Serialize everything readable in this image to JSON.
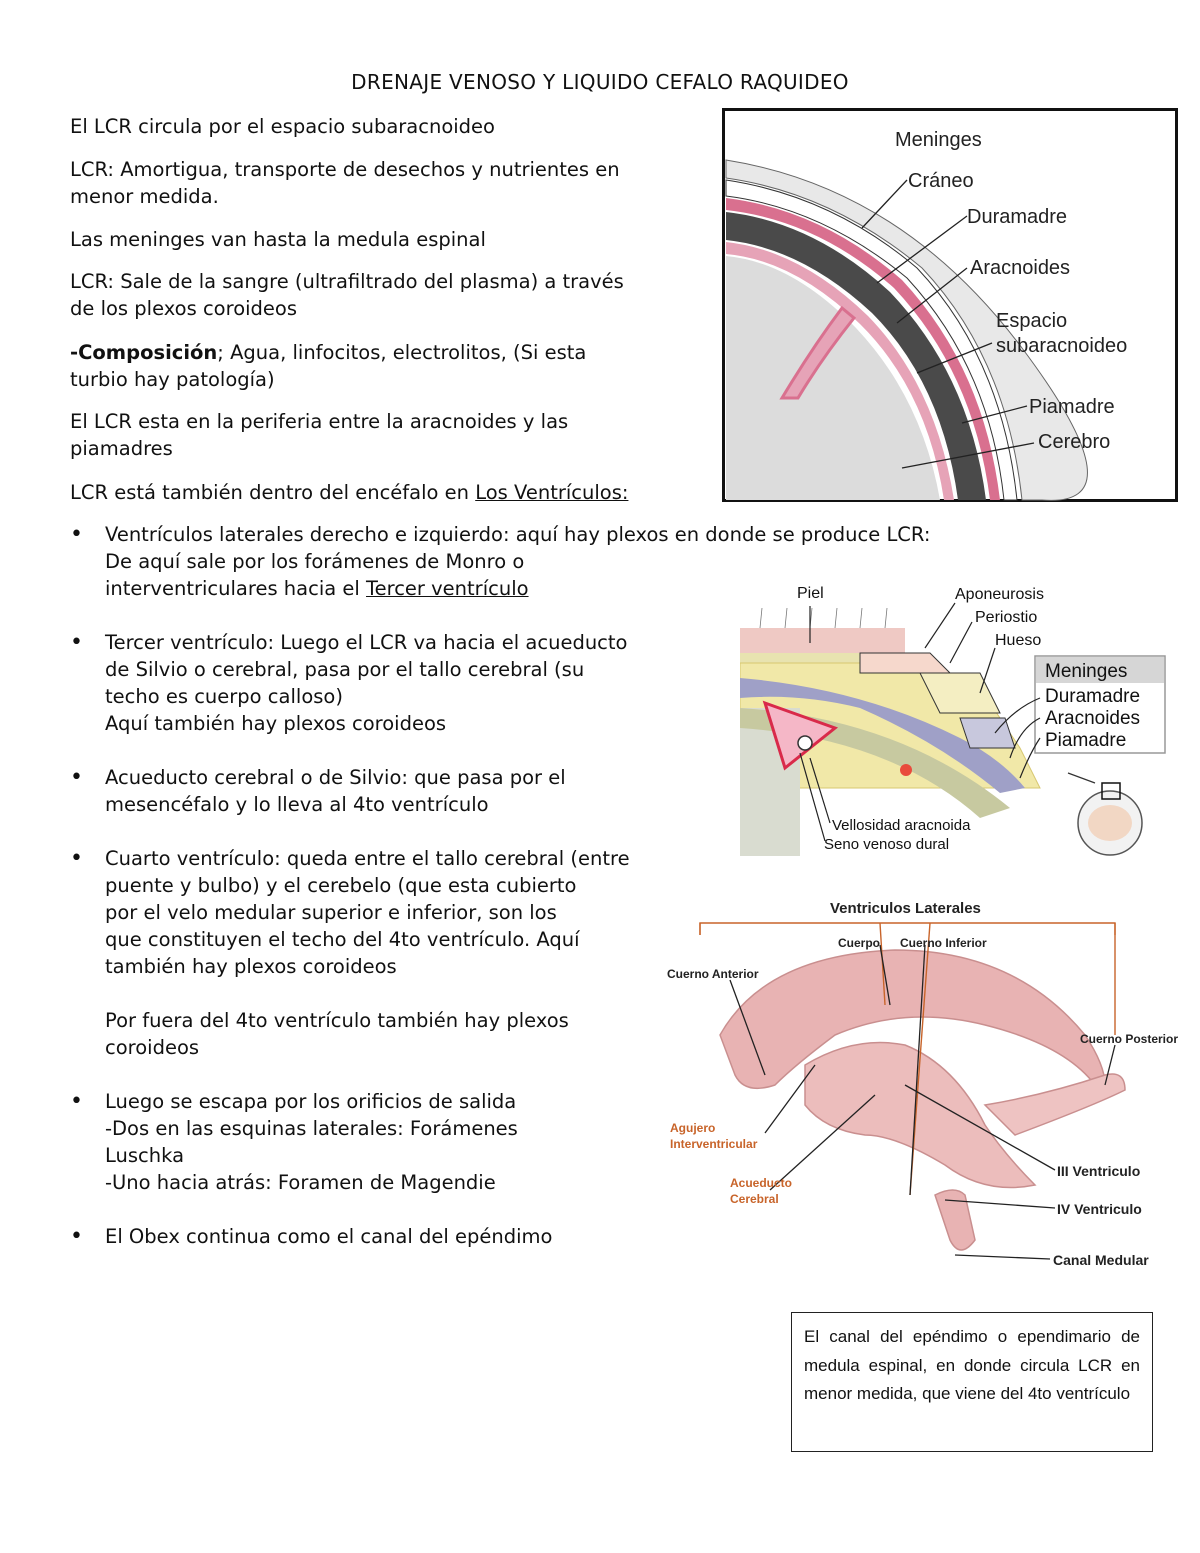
{
  "title": "DRENAJE VENOSO Y LIQUIDO CEFALO RAQUIDEO",
  "paragraphs": [
    {
      "text": "El LCR circula por el espacio subaracnoideo"
    },
    {
      "lines": [
        "LCR: Amortigua, transporte de desechos y nutrientes en",
        "menor medida."
      ]
    },
    {
      "text": "Las meninges van hasta la medula espinal"
    },
    {
      "lines": [
        "LCR: Sale de la sangre (ultrafiltrado del plasma) a través",
        "de los plexos coroideos"
      ]
    },
    {
      "bold": "-Composición",
      "line1_rest": "; Agua, linfocitos, electrolitos, (Si esta",
      "line2": "turbio hay patología)"
    },
    {
      "lines": [
        "El LCR esta en la periferia entre la aracnoides y las",
        "piamadres"
      ]
    },
    {
      "prefix": "LCR está también dentro del encéfalo en ",
      "link": "Los Ventrículos:"
    }
  ],
  "bullets": [
    {
      "l1": "Ventrículos laterales derecho e izquierdo: aquí hay plexos en donde se produce LCR:",
      "l2": "De aquí sale por los forámenes de Monro o",
      "l3_prefix": "interventriculares hacia el ",
      "l3_link": "Tercer ventrículo"
    },
    {
      "lines": [
        "Tercer ventrículo: Luego el LCR va hacia el acueducto",
        "de Silvio o cerebral, pasa por el tallo cerebral (su",
        "techo es cuerpo calloso)",
        "Aquí también hay plexos coroideos"
      ]
    },
    {
      "lines": [
        "Acueducto cerebral o de Silvio: que pasa por el",
        "mesencéfalo y lo lleva al 4to ventrículo"
      ]
    },
    {
      "lines": [
        "Cuarto ventrículo: queda entre el tallo cerebral (entre",
        "puente y bulbo) y el cerebelo (que esta cubierto",
        "por el velo medular superior e inferior, son los",
        "que constituyen el techo del 4to ventrículo. Aquí",
        "también hay plexos coroideos"
      ],
      "extra": [
        "Por fuera del 4to ventrículo también hay plexos",
        "coroideos"
      ]
    },
    {
      "lines": [
        "Luego se escapa por los orificios de salida",
        "-Dos en las esquinas laterales: Forámenes",
        "Luschka",
        "-Uno hacia atrás: Foramen de Magendie"
      ]
    },
    {
      "lines": [
        "El Obex continua como el canal del epéndimo"
      ]
    }
  ],
  "figure1": {
    "labels": [
      "Meninges",
      "Cráneo",
      "Duramadre",
      "Aracnoides",
      "Espacio",
      "subaracnoideo",
      "Piamadre",
      "Cerebro"
    ]
  },
  "figure2": {
    "labels": [
      "Piel",
      "Aponeurosis",
      "Periostio",
      "Hueso",
      "Meninges",
      "Duramadre",
      "Aracnoides",
      "Piamadre",
      "Vellosidad aracnoida",
      "Seno venoso dural"
    ]
  },
  "figure3": {
    "labels": [
      "Ventriculos Laterales",
      "Cuerpo",
      "Cuerno Inferior",
      "Cuerno Anterior",
      "Cuerno Posterior",
      "Agujero",
      "Interventricular",
      "Acueducto",
      "Cerebral",
      "III Ventriculo",
      "IV Ventriculo",
      "Canal Medular"
    ]
  },
  "note": "El canal del epéndimo o ependimario de medula espinal, en donde circula LCR en menor medida, que viene del 4to ventrículo",
  "colors": {
    "meninge_pink": "#d9708f",
    "ventricle_pink": "#e8b3b3",
    "label_orange": "#c8642a"
  }
}
